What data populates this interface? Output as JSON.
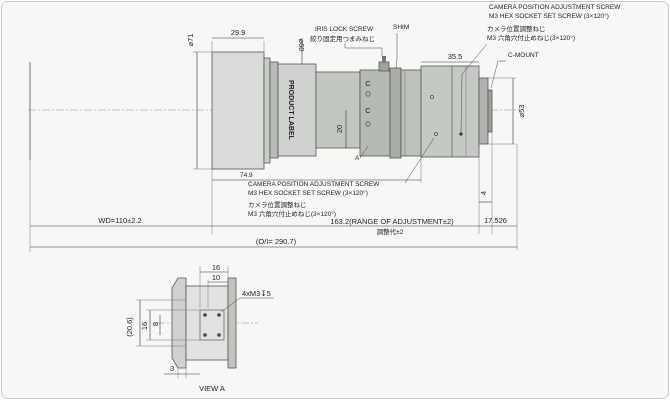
{
  "colors": {
    "background_panel": "#f7f7f5",
    "border": "#c8c8c8",
    "metal_light": "#dcdfdb",
    "metal_mid": "#b9bdb8",
    "metal_dark": "#8f948f",
    "line": "#333333"
  },
  "labels": {
    "iris_lock_screw_en": "IRIS LOCK SCREW",
    "iris_lock_screw_jp": "絞り固定用つまみねじ",
    "shim": "SHIM",
    "camera_adj_top_en_1": "CAMERA POSITION ADJUSTMENT SCREW",
    "camera_adj_top_en_2": "M3 HEX SOCKET SET SCREW (3×120°)",
    "camera_adj_top_jp_1": "カメラ位置調整ねじ",
    "camera_adj_top_jp_2": "M3 六角穴付止めねじ(3×120°)",
    "c_mount": "C-MOUNT",
    "product_label": "PRODUCT LABEL",
    "section_mark": "A",
    "camera_adj_bottom_en_1": "CAMERA POSITION ADJUSTMENT SCREW",
    "camera_adj_bottom_en_2": "M3 HEX SOCKET SET SCREW (3×120°)",
    "camera_adj_bottom_jp_1": "カメラ位置調整ねじ",
    "camera_adj_bottom_jp_2": "M3 六角穴付止めねじ(3×120°)",
    "adjustment_range_jp": "調整代±2",
    "view_a": "VIEW A",
    "hole_callout": "4xM3↧5",
    "lens_mark_c1": "C",
    "lens_mark_c2": "C"
  },
  "dimensions": {
    "front_diameter": "⌀71",
    "front_length": "29.9",
    "body_diameter": "⌀60",
    "rear_length": "35.5",
    "mount_diameter": "⌀53",
    "offset_20": "20",
    "length_74_9": "74.9",
    "wd": "WD=110±2.2",
    "adjustment": "163.2(RANGE OF ADJUSTMENT±2)",
    "flange_4": "4",
    "back_focus": "17.526",
    "overall": "(O/I= 290.7)",
    "view_16": "16",
    "view_10": "10",
    "view_8": "8",
    "view_16_side": "16",
    "view_20_6": "(20.6)",
    "view_3": "3"
  }
}
